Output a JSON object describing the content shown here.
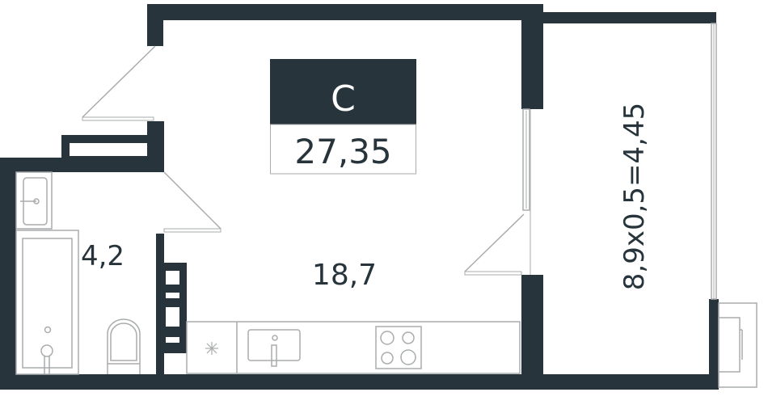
{
  "apartment": {
    "type_label": "С",
    "total_area": "27,35"
  },
  "rooms": {
    "bathroom_area": "4,2",
    "living_area": "18,7",
    "balcony_area": "8,9x0,5=4,45"
  },
  "colors": {
    "wall": "#27343b",
    "fixture_line": "#a9acae"
  }
}
